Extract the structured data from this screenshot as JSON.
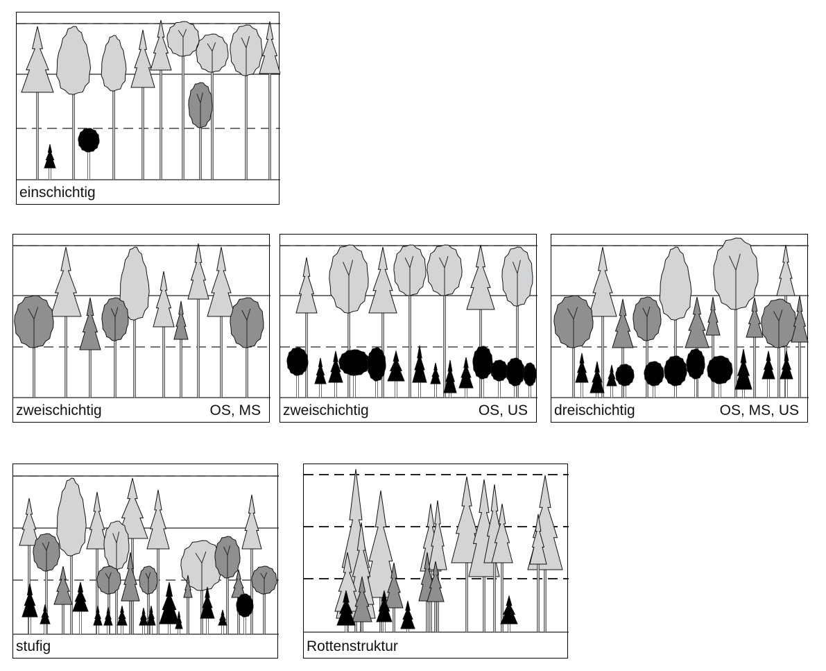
{
  "colors": {
    "light": "#d3d4d6",
    "mid": "#8e8f91",
    "dark": "#000000"
  },
  "panels": [
    {
      "label": "einschichtig",
      "layers": ""
    },
    {
      "label": "zweischichtig",
      "layers": "OS, MS"
    },
    {
      "label": "zweischichtig",
      "layers": "OS, US"
    },
    {
      "label": "dreischichtig",
      "layers": "OS, MS, US"
    },
    {
      "label": "stufig",
      "layers": ""
    },
    {
      "label": "Rottenstruktur",
      "layers": ""
    }
  ]
}
